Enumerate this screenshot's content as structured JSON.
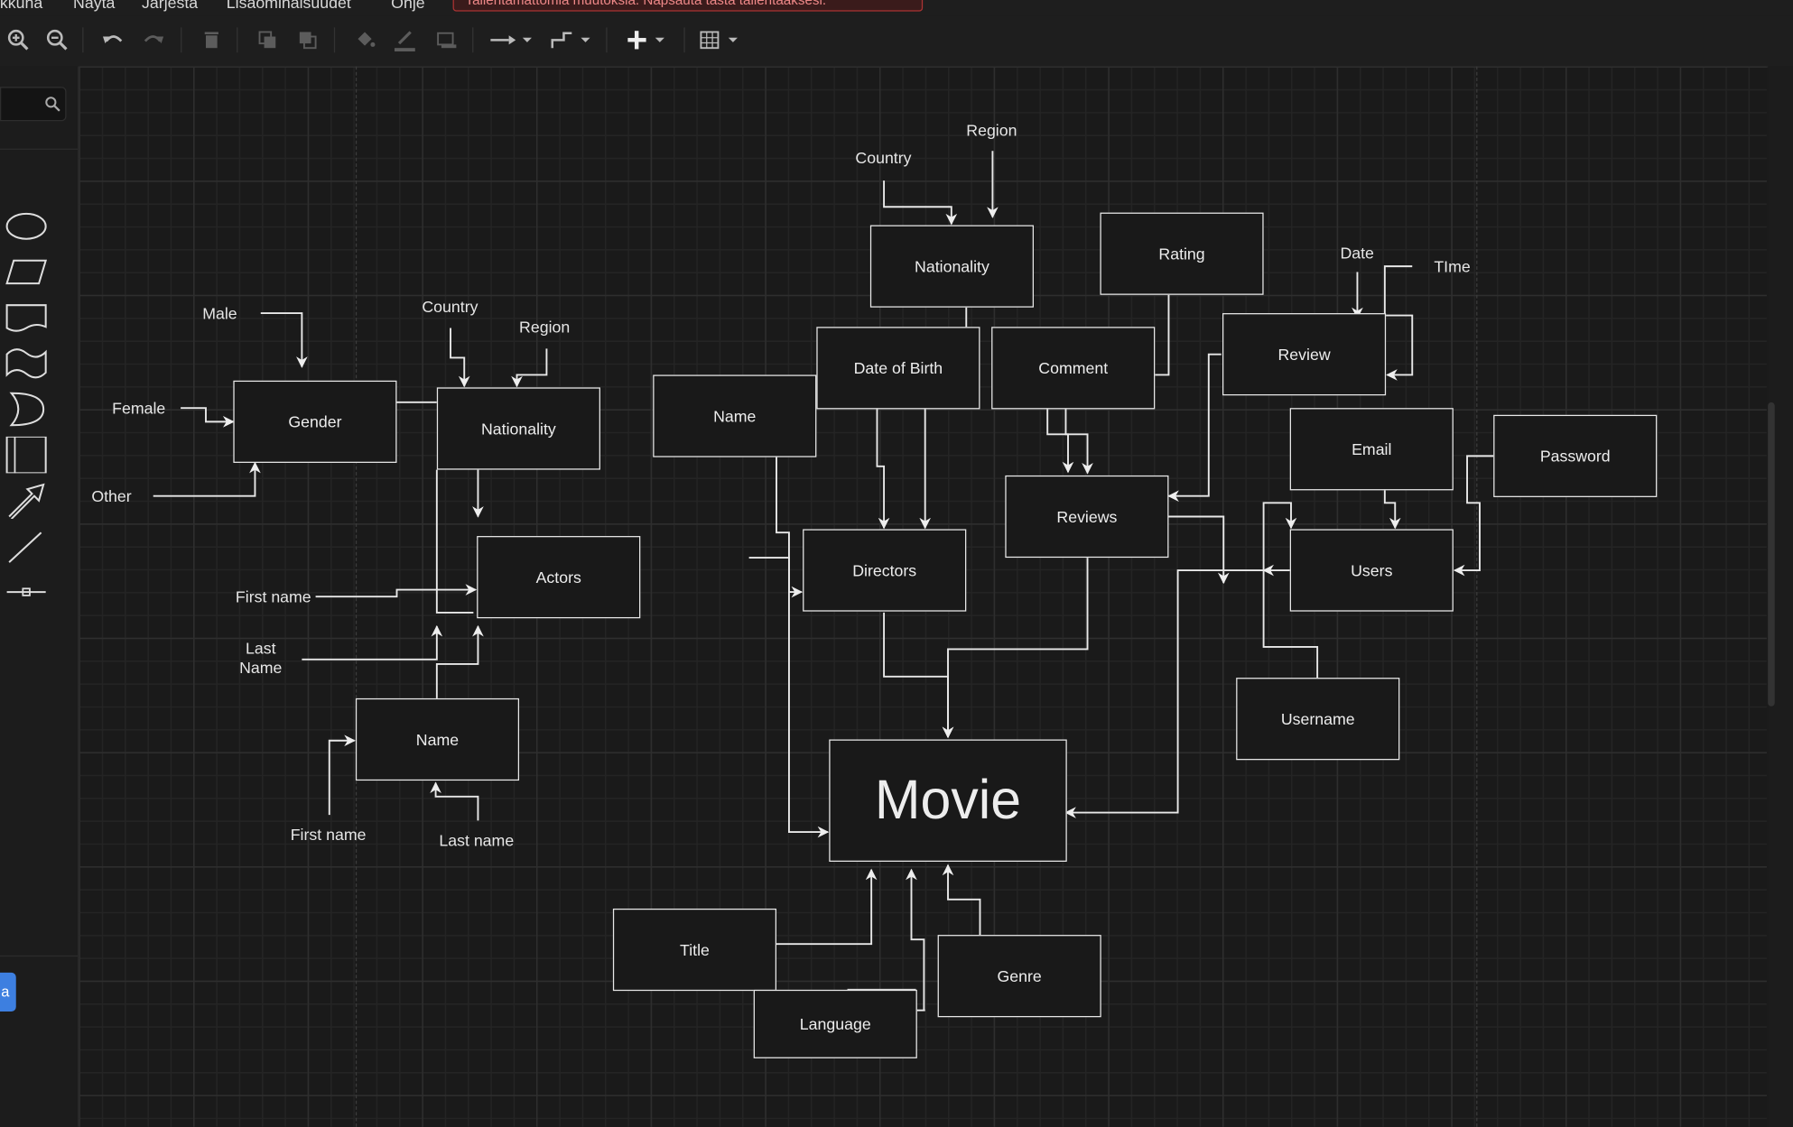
{
  "menu": [
    "Ikkuna",
    "Näytä",
    "Järjestä",
    "Lisäominaisuudet",
    "Ohje"
  ],
  "banner": "Tallentamattomia muutoksia. Napsauta tästä tallentaaksesi.",
  "toolbar": {
    "icons": [
      "zoom-in-icon",
      "zoom-out-icon",
      "undo-icon",
      "redo-icon",
      "delete-icon",
      "to-front-icon",
      "to-back-icon",
      "fill-color-icon",
      "line-color-icon",
      "shadow-icon",
      "connection-icon",
      "waypoints-icon",
      "insert-icon",
      "table-icon"
    ]
  },
  "sidebar": {
    "shapes": [
      "ellipse-shape",
      "parallelogram-shape",
      "document-shape",
      "tape-shape",
      "and-shape",
      "container-shape",
      "arrow-shape",
      "line-shape",
      "link-shape"
    ],
    "tab": "a"
  },
  "diagram": {
    "entities": {
      "nationality_top": "Nationality",
      "rating": "Rating",
      "review": "Review",
      "name_top": "Name",
      "date_of_birth": "Date of Birth",
      "comment": "Comment",
      "email": "Email",
      "password": "Password",
      "gender": "Gender",
      "nationality_left": "Nationality",
      "reviews": "Reviews",
      "actors": "Actors",
      "directors": "Directors",
      "users": "Users",
      "name_bottom": "Name",
      "username": "Username",
      "movie": "Movie",
      "title": "Title",
      "genre": "Genre",
      "language": "Language"
    },
    "labels": {
      "country_top": "Country",
      "region_top": "Region",
      "date": "Date",
      "time": "TIme",
      "male": "Male",
      "female": "Female",
      "other": "Other",
      "country_left": "Country",
      "region_left": "Region",
      "first_name_left": "First name",
      "last_name_left": "Last\nName",
      "first_name_bottom": "First name",
      "last_name_bottom": "Last name"
    }
  }
}
